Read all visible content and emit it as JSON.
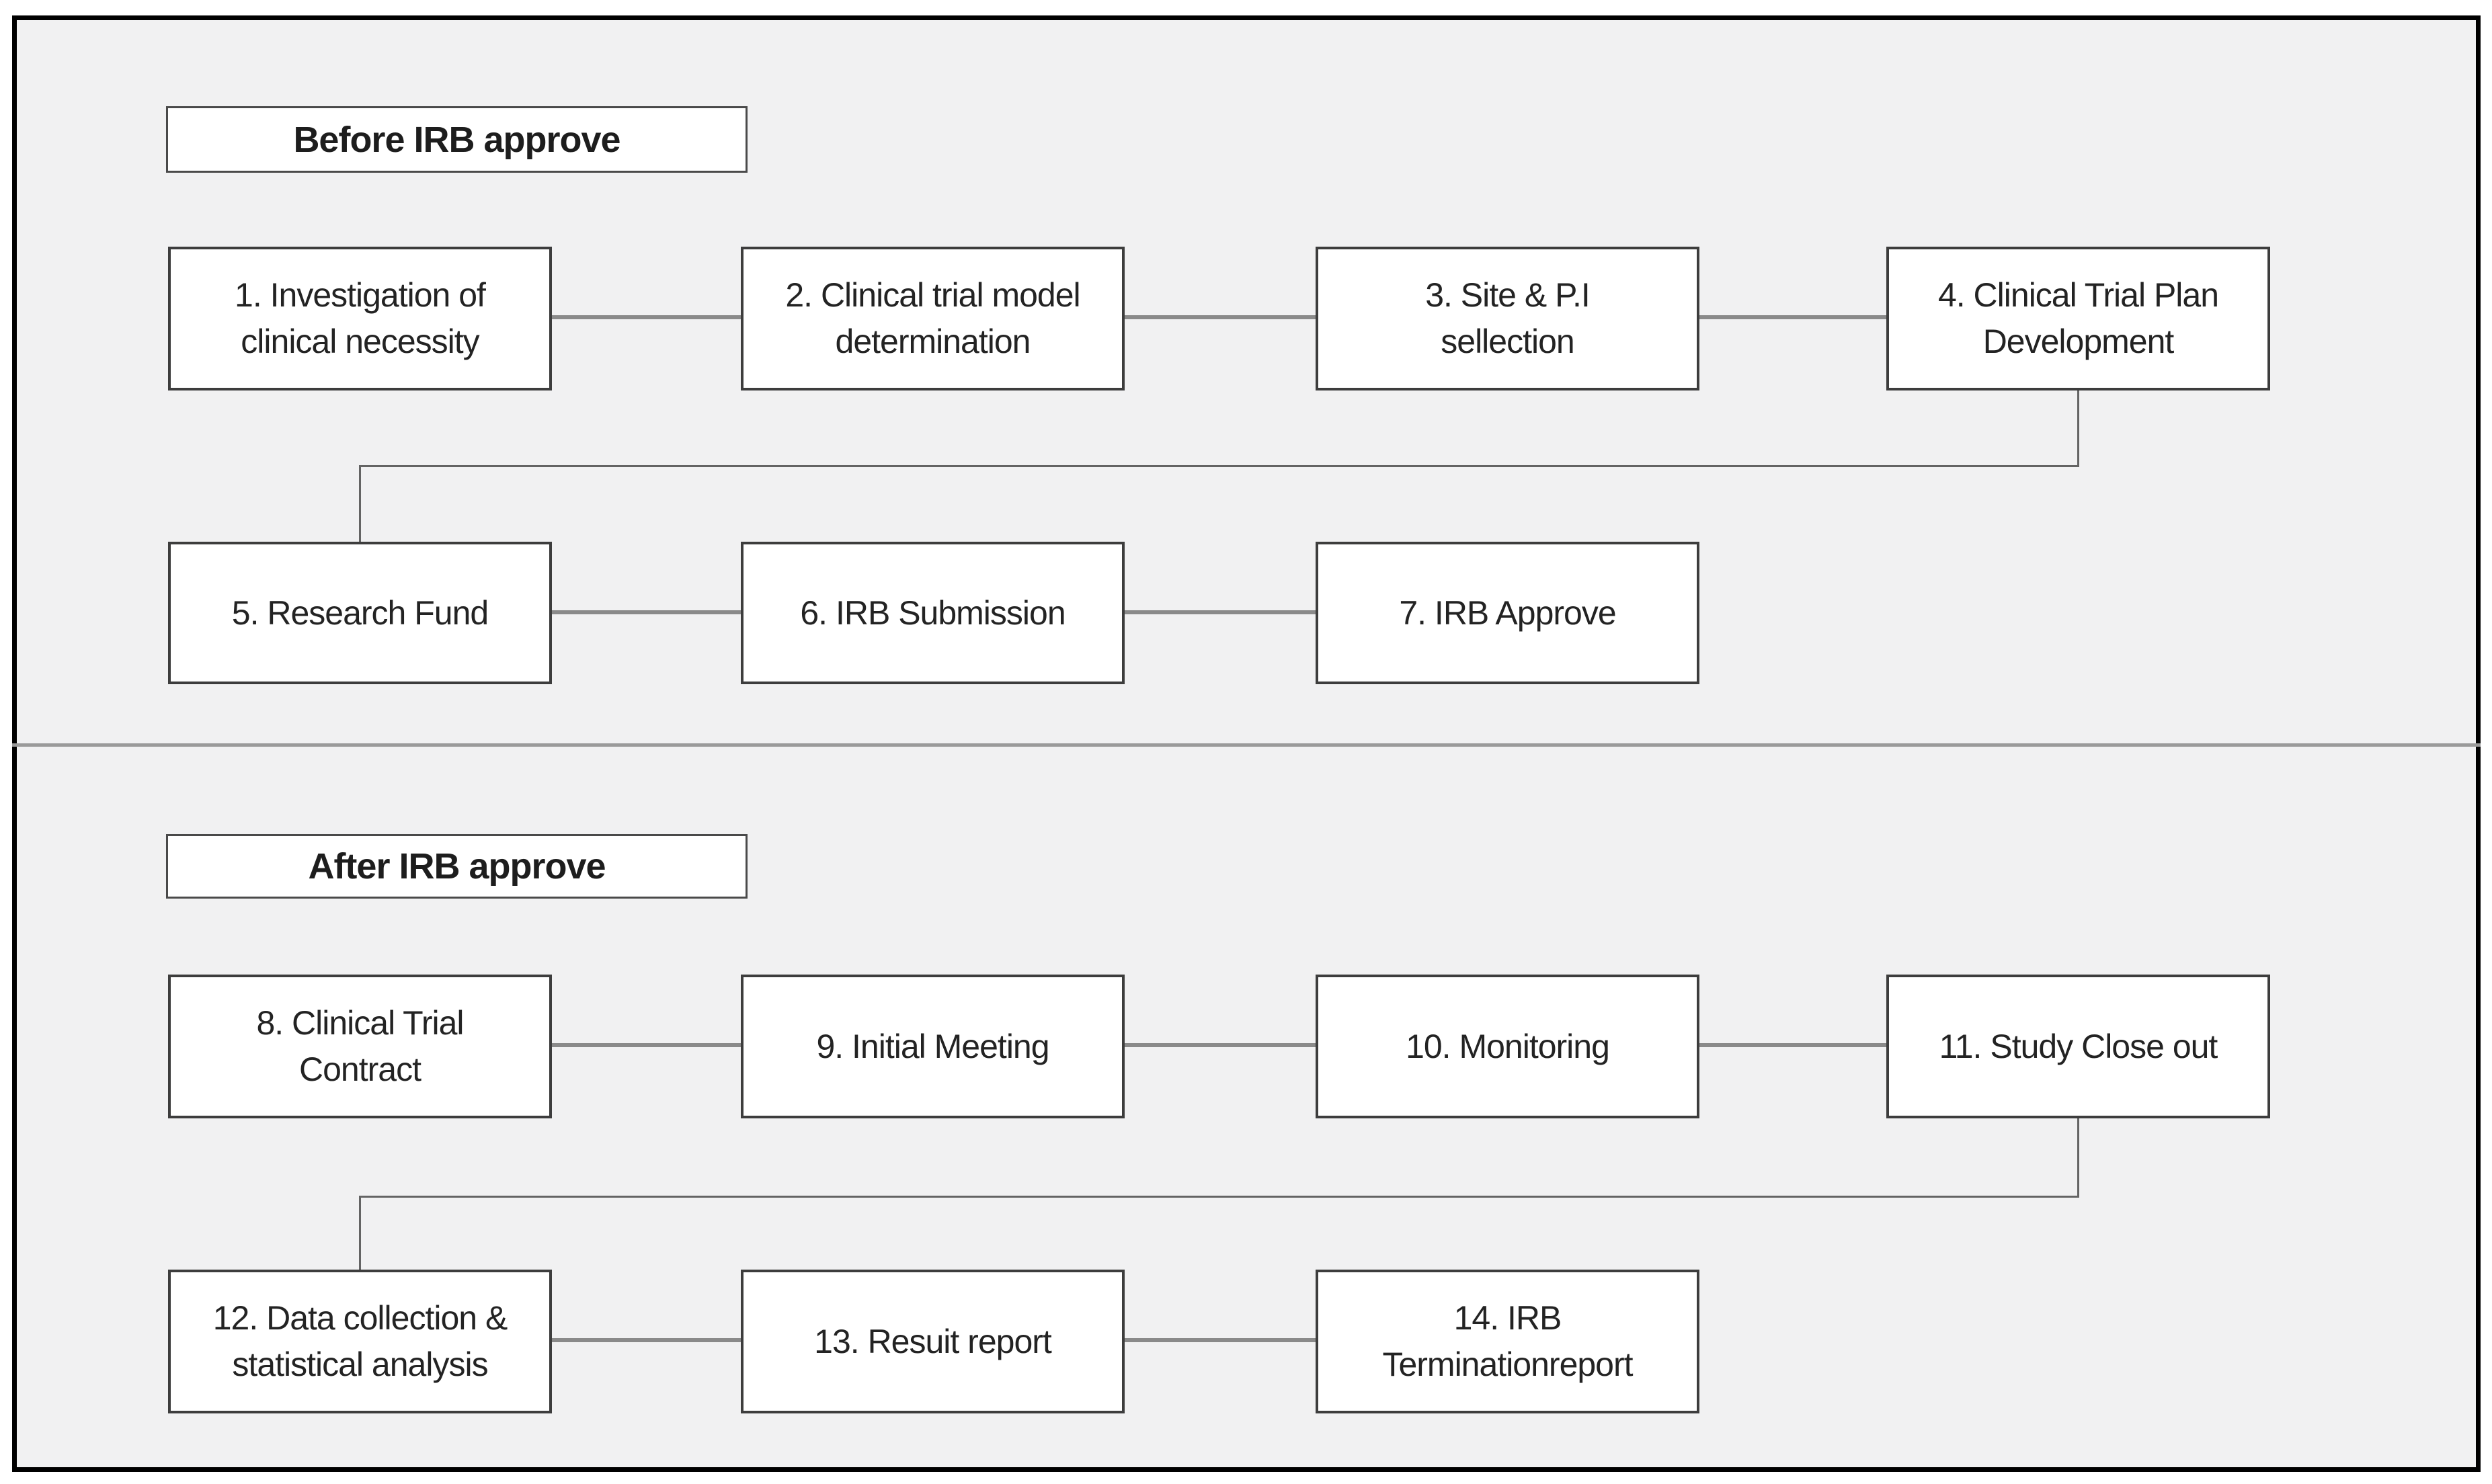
{
  "diagram": {
    "type": "flowchart",
    "colors": {
      "page_margin": "#ffffff",
      "outer_border": "#000000",
      "canvas_background": "#f1f1f2",
      "box_fill": "#ffffff",
      "box_border": "#3d3d3d",
      "text": "#232323",
      "connector": "#8a8a8a",
      "elbow_connector": "#646464",
      "section_divider": "#9a9a9a"
    },
    "sections": [
      {
        "header": "Before IRB approve",
        "steps": [
          {
            "num": 1,
            "label": "1. Investigation of\nclinical necessity"
          },
          {
            "num": 2,
            "label": "2. Clinical trial model\ndetermination"
          },
          {
            "num": 3,
            "label": "3. Site & P.I\nsellection"
          },
          {
            "num": 4,
            "label": "4. Clinical Trial Plan\nDevelopment"
          },
          {
            "num": 5,
            "label": "5. Research Fund"
          },
          {
            "num": 6,
            "label": "6. IRB Submission"
          },
          {
            "num": 7,
            "label": "7. IRB Approve"
          }
        ]
      },
      {
        "header": "After IRB approve",
        "steps": [
          {
            "num": 8,
            "label": "8. Clinical Trial\nContract"
          },
          {
            "num": 9,
            "label": "9. Initial Meeting"
          },
          {
            "num": 10,
            "label": "10. Monitoring"
          },
          {
            "num": 11,
            "label": "11. Study Close out"
          },
          {
            "num": 12,
            "label": "12. Data collection &\nstatistical analysis"
          },
          {
            "num": 13,
            "label": "13. Resuit report"
          },
          {
            "num": 14,
            "label": "14. IRB\nTerminationreport"
          }
        ]
      }
    ],
    "flow": "1 > 2 > 3 > 4 > 5 > 6 > 7 (before IRB approve); 8 > 9 > 10 > 11 > 12 > 13 > 14 (after IRB approve)"
  }
}
